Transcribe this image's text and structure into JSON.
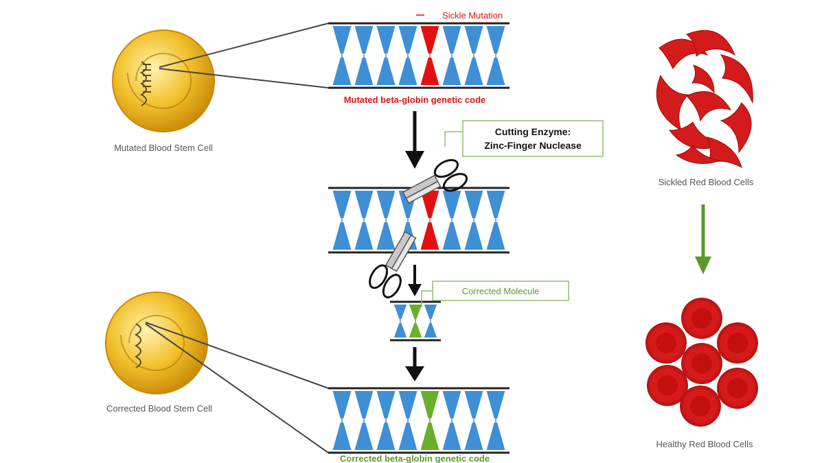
{
  "cells": {
    "mutated_stem_cell": "Mutated Blood Stem Cell",
    "corrected_stem_cell": "Corrected Blood Stem Cell",
    "sickled_rbc": "Sickled Red Blood Cells",
    "healthy_rbc": "Healthy Red Blood Cells"
  },
  "dna": {
    "sickle_mutation": "Sickle Mutation",
    "mutated_code": "Mutated beta-globin genetic code",
    "corrected_code": "Corrected beta-globin genetic code"
  },
  "callouts": {
    "enzyme_line1": "Cutting Enzyme:",
    "enzyme_line2": "Zinc-Finger Nuclease",
    "corrected_molecule": "Corrected Molecule"
  },
  "colors": {
    "base_blue": "#3e8fd6",
    "mutation_red": "#e41010",
    "corrected_green": "#6aae2c",
    "cell_gold": "#f2b824",
    "rbc_red": "#d41b1b",
    "arrow_green": "#5b9a2a"
  }
}
